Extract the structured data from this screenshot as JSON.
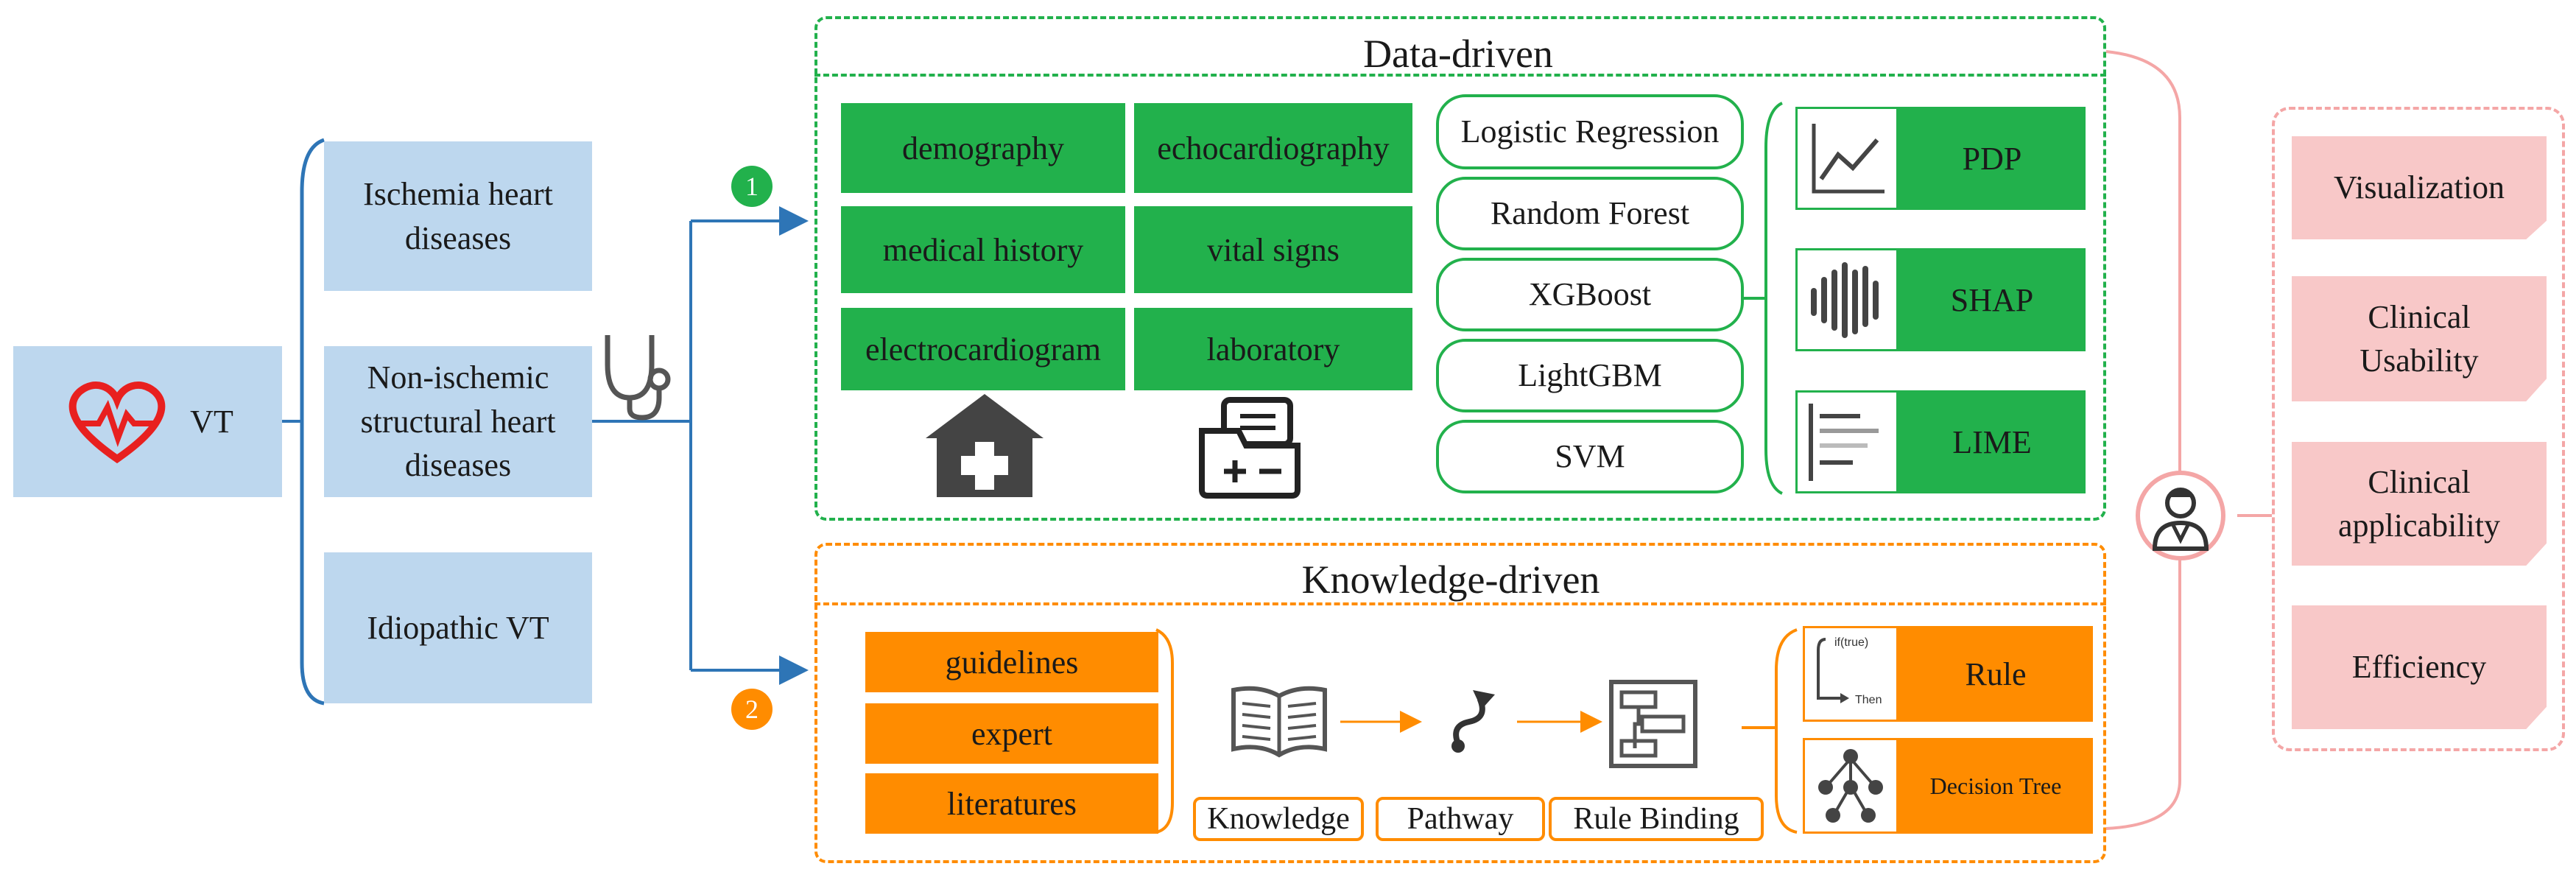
{
  "vt": {
    "label": "VT"
  },
  "categories": [
    "Ischemia heart diseases",
    "Non-ischemic structural heart diseases",
    "Idiopathic VT"
  ],
  "branches": {
    "data_number": "1",
    "knowledge_number": "2"
  },
  "data_driven": {
    "title": "Data-driven",
    "features": [
      "demography",
      "echocardiography",
      "medical history",
      "vital signs",
      "electrocardiogram",
      "laboratory"
    ],
    "models": [
      "Logistic Regression",
      "Random Forest",
      "XGBoost",
      "LightGBM",
      "SVM"
    ],
    "xai": [
      "PDP",
      "SHAP",
      "LIME"
    ]
  },
  "knowledge_driven": {
    "title": "Knowledge-driven",
    "sources": [
      "guidelines",
      "expert",
      "literatures"
    ],
    "steps": [
      "Knowledge",
      "Pathway",
      "Rule Binding"
    ],
    "outputs": [
      "Rule",
      "Decision Tree"
    ],
    "rule_icon_text": {
      "top": "if(true)",
      "bottom": "Then"
    }
  },
  "evaluation": [
    "Visualization",
    "Clinical Usability",
    "Clinical applicability",
    "Efficiency"
  ],
  "colors": {
    "green": "#22b14c",
    "orange": "#ff8c00",
    "blue": "#bdd7ee",
    "pink": "#f8c8c8",
    "arrow_blue": "#2e75b6"
  }
}
